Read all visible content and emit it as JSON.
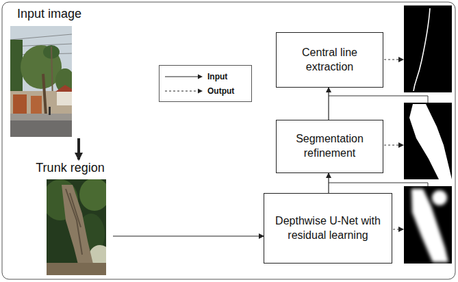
{
  "diagram": {
    "nodes": [
      {
        "text": [
          "Input image"
        ]
      },
      {
        "text": [
          "Trunk region"
        ]
      },
      {
        "text": [
          "Central line extraction"
        ]
      },
      {
        "text": [
          "Segmentation refinement"
        ]
      },
      {
        "text": [
          "Depthwise U-Net with residual learning"
        ]
      }
    ],
    "edges": [
      {
        "from": 0,
        "to": 1,
        "arrow": "to"
      },
      {
        "from": 1,
        "to": 4,
        "arrow": "to"
      },
      {
        "from": 4,
        "to": 3,
        "arrow": "to"
      },
      {
        "from": 3,
        "to": 2,
        "arrow": "to"
      }
    ],
    "legend": [
      {
        "text": "Input"
      },
      {
        "text": "Output"
      }
    ]
  }
}
